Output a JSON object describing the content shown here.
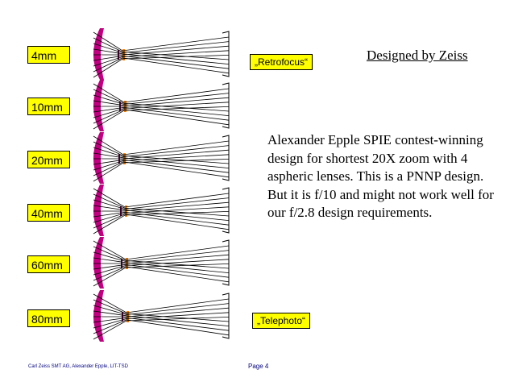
{
  "zoom_positions": [
    "4mm",
    "10mm",
    "20mm",
    "40mm",
    "60mm",
    "80mm"
  ],
  "configuration_labels": {
    "retrofocus": "„Retrofocus“",
    "telephoto": "„Telephoto“"
  },
  "credit": "Designed by Zeiss",
  "description": "Alexander Epple SPIE contest-winning design for shortest 20X zoom with 4 aspheric lenses. This is a PNNP design.  But it is f/10 and might not work well for our f/2.8 design requirements.",
  "footer": {
    "company": "Carl Zeiss SMT AG, Alexander Epple, LIT-TSD",
    "page": "Page 4"
  },
  "colors": {
    "label_fill": "#ffff00",
    "front_lens": "#c00080",
    "inner_group": "#ff8000",
    "rays": "#000000",
    "footer_text": "#000080"
  }
}
